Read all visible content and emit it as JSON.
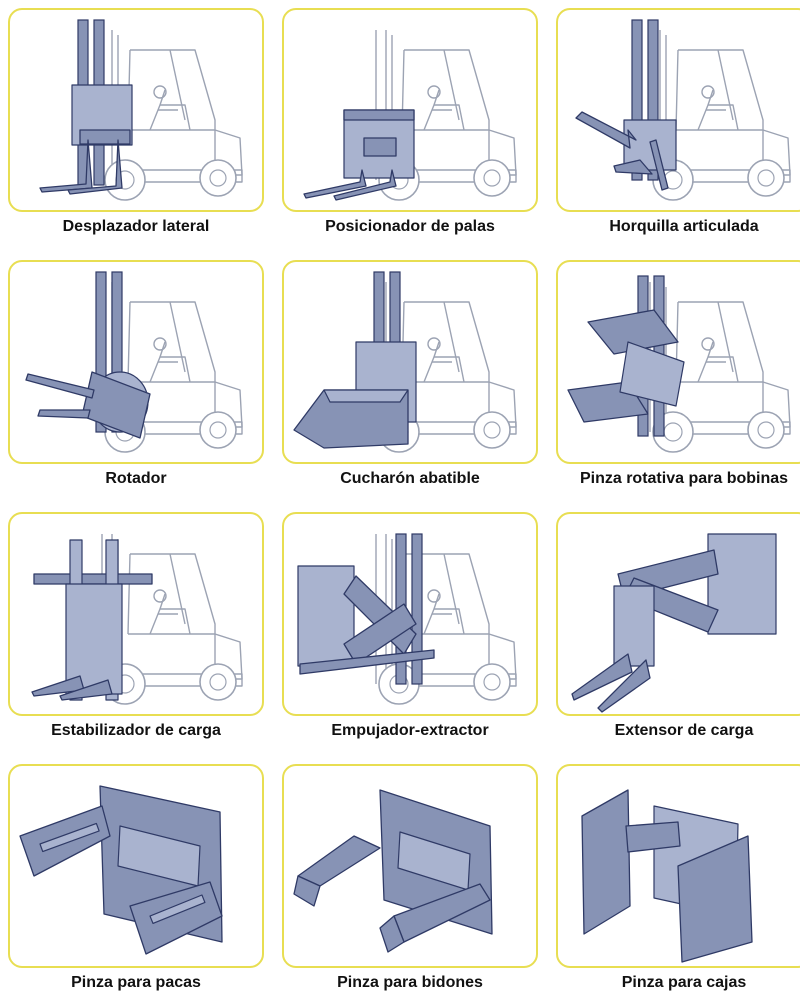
{
  "items": [
    {
      "label": "Desplazador lateral",
      "icon": "side-shifter-icon"
    },
    {
      "label": "Posicionador de palas",
      "icon": "fork-positioner-icon"
    },
    {
      "label": "Horquilla articulada",
      "icon": "articulated-fork-icon"
    },
    {
      "label": "Rotador",
      "icon": "rotator-icon"
    },
    {
      "label": "Cucharón abatible",
      "icon": "tipping-bucket-icon"
    },
    {
      "label": "Pinza rotativa para bobinas",
      "icon": "rotating-roll-clamp-icon"
    },
    {
      "label": "Estabilizador de carga",
      "icon": "load-stabilizer-icon"
    },
    {
      "label": "Empujador-extractor",
      "icon": "push-pull-icon"
    },
    {
      "label": "Extensor de carga",
      "icon": "load-extender-icon"
    },
    {
      "label": "Pinza para pacas",
      "icon": "bale-clamp-icon"
    },
    {
      "label": "Pinza para bidones",
      "icon": "drum-clamp-icon"
    },
    {
      "label": "Pinza para cajas",
      "icon": "carton-clamp-icon"
    }
  ],
  "colors": {
    "card_border": "#e8de52",
    "attachment": "#8793b5",
    "outline": "#2f3a66",
    "truck_line": "#9ca3b3"
  }
}
